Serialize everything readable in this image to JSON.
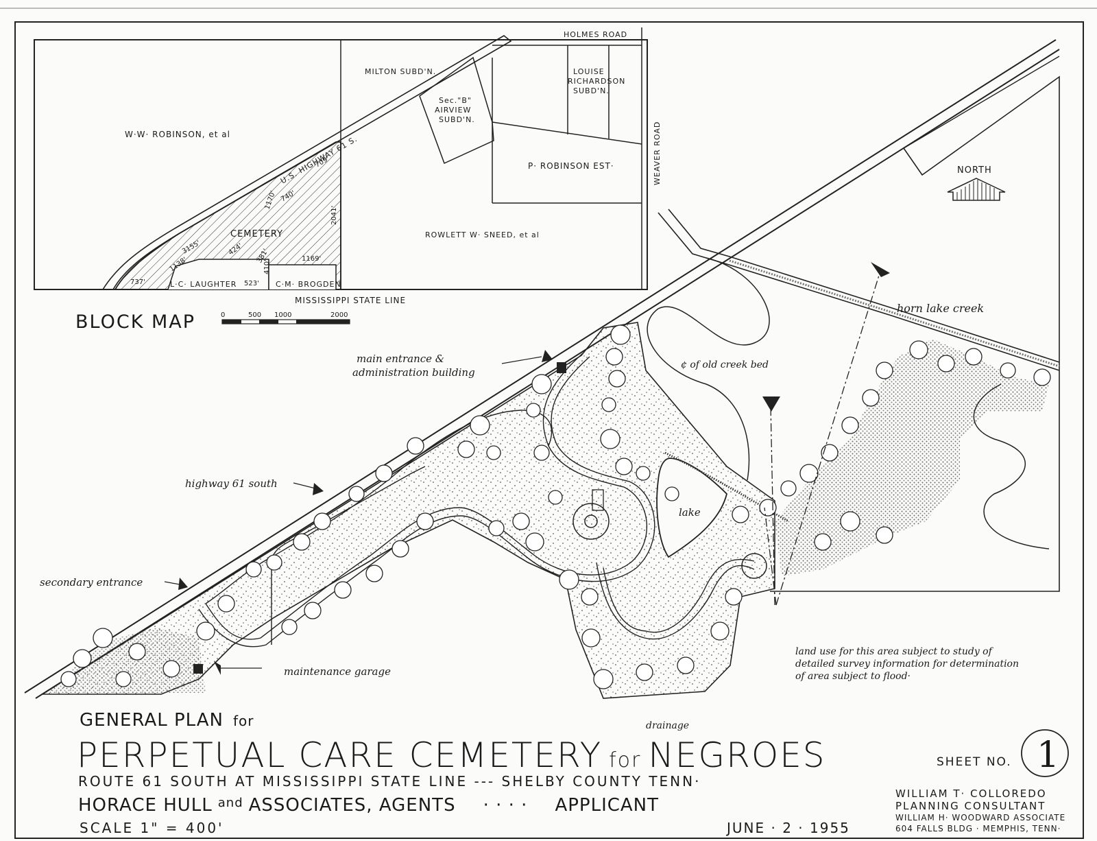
{
  "block_map": {
    "title": "BLOCK MAP",
    "scale_ticks": [
      "0",
      "500",
      "1000",
      "2000"
    ],
    "roads": {
      "holmes": "HOLMES ROAD",
      "weaver": "WEAVER ROAD",
      "highway": "U.S. HIGHWAY 61 S.",
      "state_line": "MISSISSIPPI STATE LINE"
    },
    "parcels": {
      "robinson_ww": "W·W· ROBINSON, et al",
      "milton": "MILTON SUBD'N.",
      "airview_1": "Sec.\"B\"",
      "airview_2": "AIRVIEW",
      "airview_3": "SUBD'N.",
      "richardson_1": "LOUISE",
      "richardson_2": "RICHARDSON",
      "richardson_3": "SUBD'N.",
      "robinson_p": "P· ROBINSON  EST·",
      "sneed": "ROWLETT W· SNEED, et al",
      "cemetery": "CEMETERY",
      "laughter": "L·C· LAUGHTER",
      "brogden": "C·M· BROGDEN"
    },
    "dimensions": [
      "709'",
      "740'",
      "1170'",
      "2041'",
      "3155'",
      "1138'",
      "424'",
      "381'",
      "410'",
      "523'",
      "737'",
      "1169'"
    ]
  },
  "plan_labels": {
    "north": "NORTH",
    "horn_lake_creek": "horn lake creek",
    "old_creek": "¢ of old creek bed",
    "lake": "lake",
    "main_entrance_1": "main entrance &",
    "main_entrance_2": "administration building",
    "highway": "highway 61 south",
    "secondary": "secondary entrance",
    "maintenance": "maintenance garage",
    "drainage": "drainage",
    "land_use_1": "land use for this area subject to study of",
    "land_use_2": "detailed survey information for determination",
    "land_use_3": "of area subject to flood·"
  },
  "title_block": {
    "line1a": "GENERAL PLAN",
    "line1b": "for",
    "line2a": "PERPETUAL CARE CEMETERY",
    "line2b": "for",
    "line2c": "NEGROES",
    "line3": "ROUTE 61 SOUTH AT MISSISSIPPI STATE LINE --- SHELBY COUNTY TENN·",
    "line4a": "HORACE HULL",
    "line4b": "and",
    "line4c": "ASSOCIATES, AGENTS",
    "line4d": "·   ·   ·   ·",
    "line4e": "APPLICANT",
    "scale": "SCALE  1\" = 400'",
    "date": "JUNE · 2 · 1955",
    "sheet_label": "SHEET NO.",
    "sheet_number": "1",
    "consultant_1": "WILLIAM T· COLLOREDO",
    "consultant_2": "PLANNING CONSULTANT",
    "consultant_3": "WILLIAM H· WOODWARD ASSOCIATE",
    "consultant_4": "604 FALLS BLDG · MEMPHIS, TENN·"
  }
}
